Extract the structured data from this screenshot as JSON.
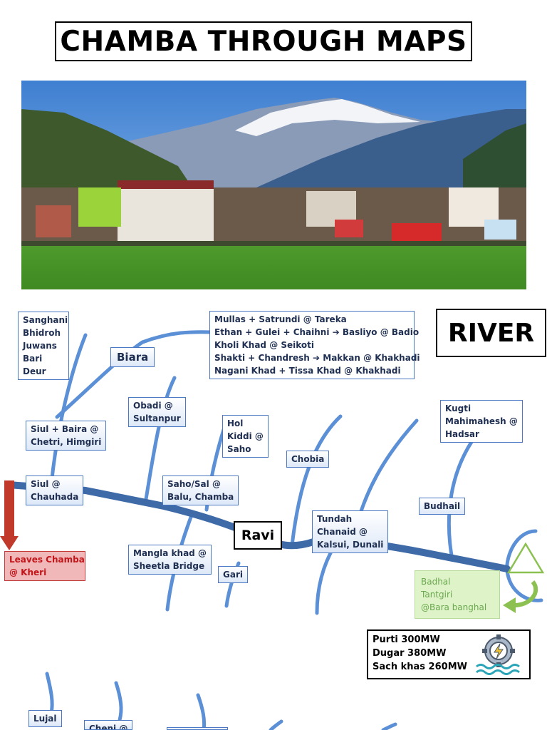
{
  "title": "CHAMBA THROUGH MAPS",
  "river_heading": "RIVER",
  "main_river": "Ravi",
  "tributaries": {
    "sanghani": [
      "Sanghani",
      "Bhidroh",
      "Juwans",
      "Bari",
      "Deur"
    ],
    "biara": "Biara",
    "biara_tributaries": [
      "Mullas + Satrundi @ Tareka",
      "Ethan + Gulei  + Chaihni ➔ Basliyo @ Badio",
      "Kholi Khad @ Seikoti",
      "Shakti + Chandresh ➔ Makkan @ Khakhadi",
      "Nagani Khad + Tissa Khad @ Khakhadi"
    ],
    "siul_baira": [
      "Siul + Baira @",
      "Chetri, Himgiri"
    ],
    "siul": [
      "Siul @",
      "Chauhada"
    ],
    "obadi": [
      "Obadi @",
      "Sultanpur"
    ],
    "hol": [
      "Hol",
      "Kiddi @",
      "Saho"
    ],
    "saho": [
      "Saho/Sal @",
      "Balu, Chamba"
    ],
    "chobia": "Chobia",
    "kugti": [
      "Kugti",
      "Mahimahesh @",
      "Hadsar"
    ],
    "budhail": "Budhail",
    "tundah": [
      "Tundah",
      "Chanaid @",
      "Kalsui, Dunali"
    ],
    "mangla": [
      "Mangla khad @",
      "Sheetla Bridge"
    ],
    "gari": "Gari",
    "badhal": [
      "Badhal",
      "Tantgiri",
      "@Bara banghal"
    ],
    "lujal": "Lujal",
    "cheni": "Cheni @"
  },
  "exit": [
    "Leaves Chamba",
    "@ Kheri"
  ],
  "hydro_projects": [
    "Purti 300MW",
    "Dugar 380MW",
    "Sach khas 260MW"
  ],
  "icons": {
    "hydro": "hydropower-gear-icon",
    "source": "triangle-peak-icon",
    "exit": "down-arrow-icon"
  },
  "colors": {
    "tributary": "#5b8fd6",
    "main_river": "#3f6aa8",
    "exit_arrow": "#c0392b",
    "source": "#8cc152"
  }
}
